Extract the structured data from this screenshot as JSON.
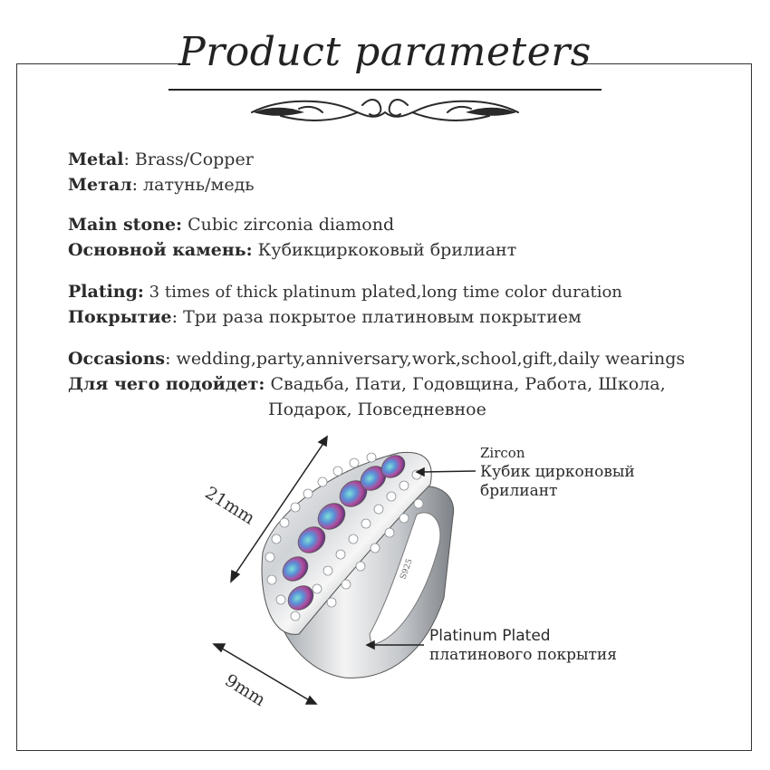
{
  "title": "Product parameters",
  "specs": {
    "metal_en_label": "Metal",
    "metal_en_value": ": Brass/Copper",
    "metal_ru_label": "Метал",
    "metal_ru_value": ": латунь/медь",
    "stone_en_label": "Main stone:",
    "stone_en_value": " Cubic zirconia diamond",
    "stone_ru_label": "Основной камень:",
    "stone_ru_value": " Кубикциркоковый брилиант",
    "plating_en_label": "Plating:",
    "plating_en_value_1": "  3 times of thick platinum ",
    "plating_en_value_2": "plated",
    "plating_en_value_3": ",long time color duration",
    "plating_ru_label": "Покрытие",
    "plating_ru_value": ": Три раза покрытое платиновым покрытием",
    "occasions_en_label": "Occasions",
    "occasions_en_value": ": wedding,party,anniversary,work,school,gift,daily wearings",
    "occasions_ru_label": "Для чего подойдет:",
    "occasions_ru_value_1": "  Свадьба, Пати, Годовщина, Работа, Школа,",
    "occasions_ru_value_2": "Подарок, Повседневное"
  },
  "diagram": {
    "height_label": "21mm",
    "width_label": "9mm",
    "stone_callout_en": "Zircon",
    "stone_callout_ru_1": "Кубик цирконовый",
    "stone_callout_ru_2": "брилиант",
    "plating_callout_en": "Platinum Plated",
    "plating_callout_ru": "платинового покрытия",
    "engraving": "S925"
  },
  "colors": {
    "frame": "#333333",
    "text": "#2a2a2a",
    "background": "#ffffff"
  }
}
